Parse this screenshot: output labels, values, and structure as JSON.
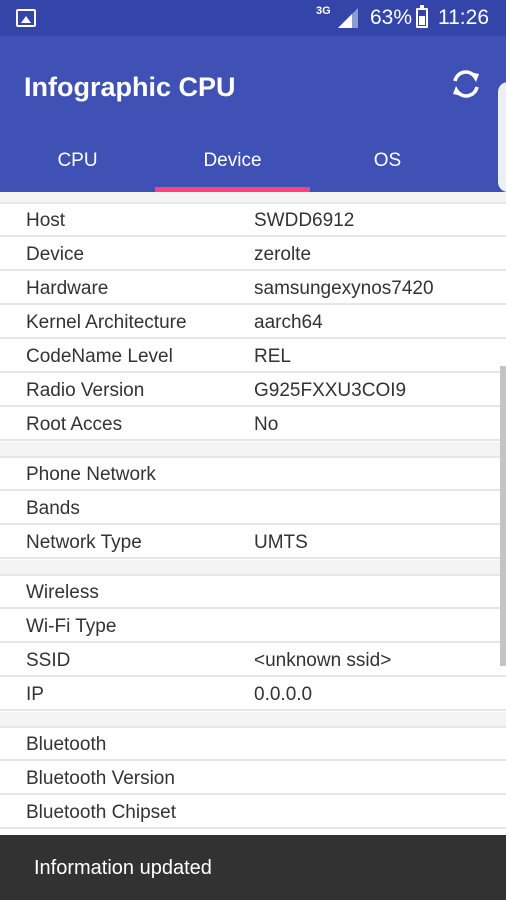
{
  "status_bar": {
    "network": "3G",
    "battery_percent": "63%",
    "time": "11:26"
  },
  "app_bar": {
    "title": "Infographic CPU",
    "refresh_icon": "refresh-icon"
  },
  "tabs": [
    {
      "label": "CPU",
      "selected": false
    },
    {
      "label": "Device",
      "selected": true
    },
    {
      "label": "OS",
      "selected": false
    }
  ],
  "sections": {
    "device": [
      {
        "label": "Host",
        "value": "SWDD6912"
      },
      {
        "label": "Device",
        "value": "zerolte"
      },
      {
        "label": "Hardware",
        "value": "samsungexynos7420"
      },
      {
        "label": "Kernel Architecture",
        "value": "aarch64"
      },
      {
        "label": "CodeName Level",
        "value": "REL"
      },
      {
        "label": "Radio Version",
        "value": "G925FXXU3COI9"
      },
      {
        "label": "Root Acces",
        "value": "No"
      }
    ],
    "phone": [
      {
        "label": "Phone Network",
        "value": ""
      },
      {
        "label": "Bands",
        "value": ""
      },
      {
        "label": "Network Type",
        "value": "UMTS"
      }
    ],
    "wireless": [
      {
        "label": "Wireless",
        "value": ""
      },
      {
        "label": "Wi-Fi Type",
        "value": ""
      },
      {
        "label": "SSID",
        "value": "<unknown ssid>"
      },
      {
        "label": "IP",
        "value": "0.0.0.0"
      }
    ],
    "bluetooth": [
      {
        "label": "Bluetooth",
        "value": ""
      },
      {
        "label": "Bluetooth Version",
        "value": ""
      },
      {
        "label": "Bluetooth Chipset",
        "value": ""
      }
    ]
  },
  "snackbar": {
    "message": "Information updated"
  },
  "colors": {
    "status_bar": "#3345a8",
    "app_bar": "#3f51b5",
    "tab_indicator": "#ff4081",
    "snackbar": "#323232"
  }
}
